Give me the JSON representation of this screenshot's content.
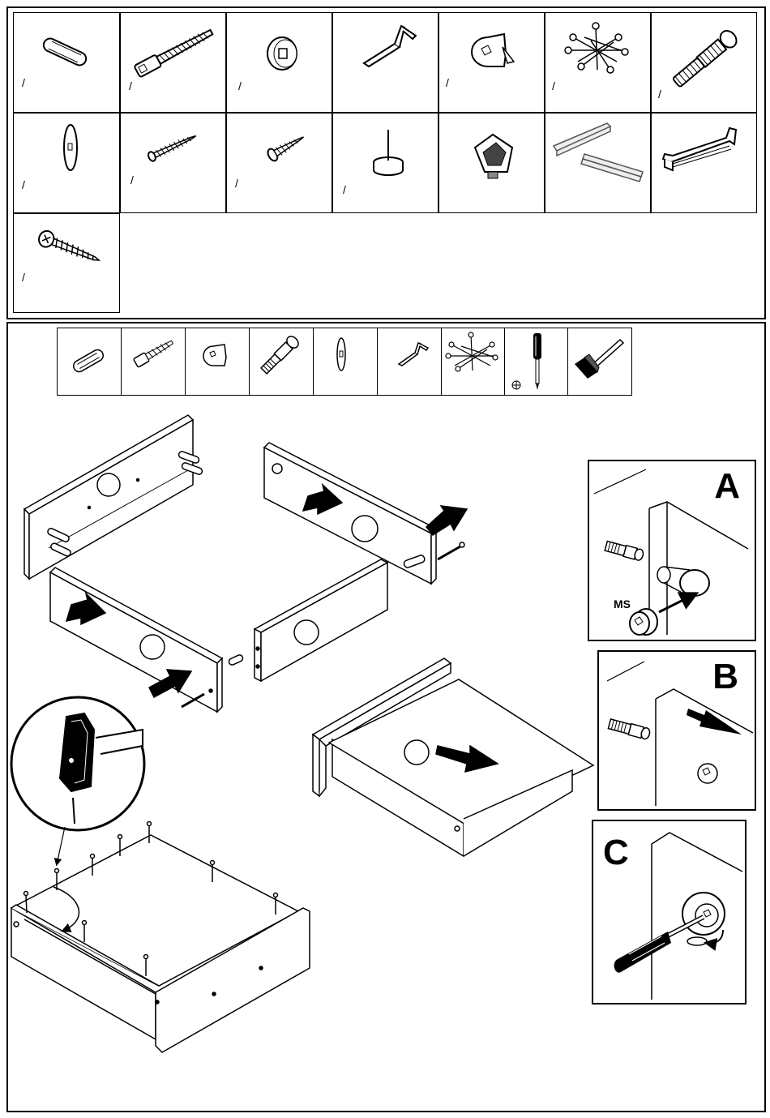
{
  "parts_panel": {
    "quantity_mark": "/",
    "parts": [
      {
        "name": "wooden-dowel"
      },
      {
        "name": "cam-bolt-long"
      },
      {
        "name": "cam-bolt-short"
      },
      {
        "name": "allen-key"
      },
      {
        "name": "cam-lock"
      },
      {
        "name": "nails"
      },
      {
        "name": "connector-bolt"
      },
      {
        "name": "cover-cap"
      },
      {
        "name": "screw-long"
      },
      {
        "name": "screw-short"
      },
      {
        "name": "glide-pin"
      },
      {
        "name": "shelf-bracket"
      },
      {
        "name": "drawer-runners"
      },
      {
        "name": "handle"
      },
      {
        "name": "pan-head-screw"
      }
    ]
  },
  "tools_row": {
    "tools": [
      "dowel",
      "cam-bolt",
      "cam-lock",
      "connector-bolt",
      "cover-cap",
      "allen-key",
      "nails",
      "screwdriver",
      "hammer"
    ]
  },
  "details": {
    "a": {
      "letter": "A",
      "label": "MS"
    },
    "b": {
      "letter": "B"
    },
    "c": {
      "letter": "C"
    }
  }
}
